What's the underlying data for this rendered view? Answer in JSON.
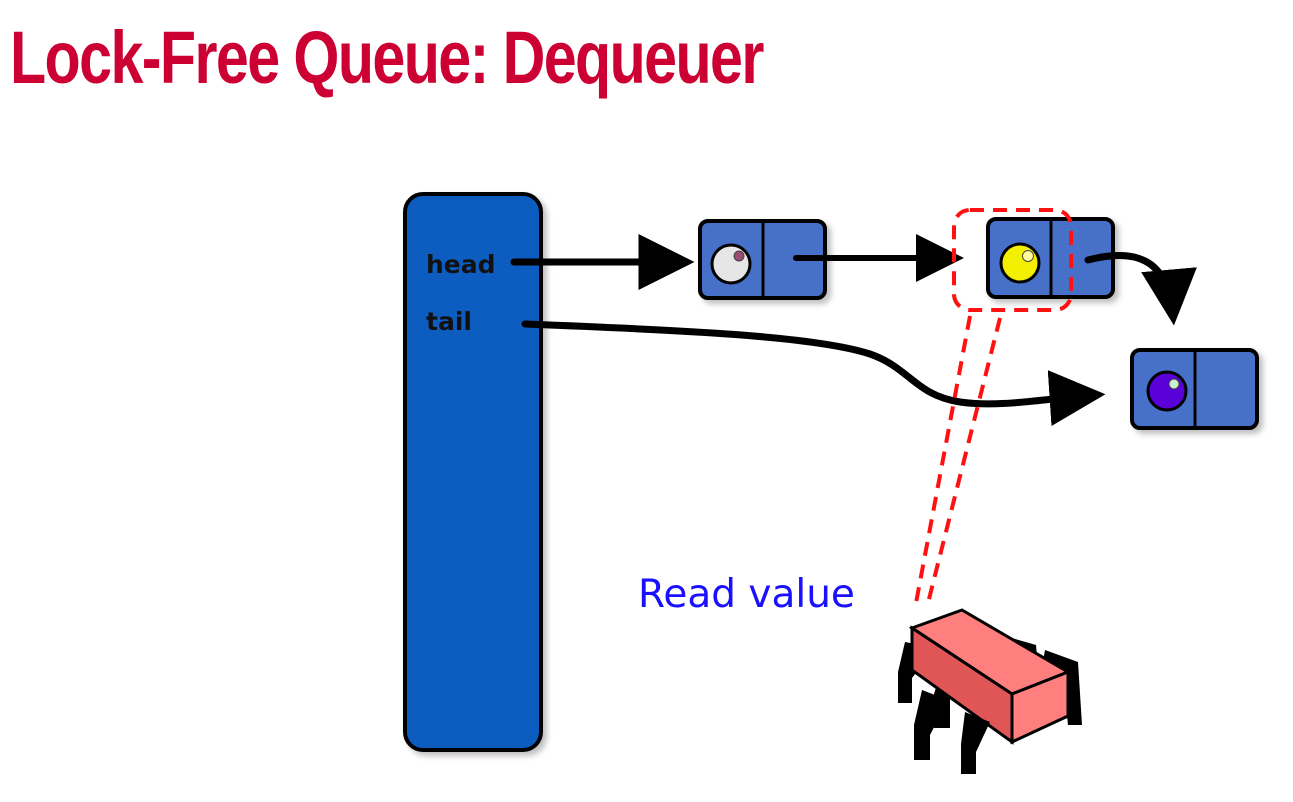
{
  "slide": {
    "title": "Lock-Free Queue: Dequeuer"
  },
  "queue_object": {
    "head_label": "head",
    "tail_label": "tail"
  },
  "nodes": [
    {
      "id": "sentinel",
      "value_color": "#e6e6e6",
      "value_highlight": "#9a4a6e"
    },
    {
      "id": "first",
      "value_color": "#f2f000",
      "value_highlight": "#fffb9a"
    },
    {
      "id": "last",
      "value_color": "#5a00d8",
      "value_highlight": "#c8f0d0"
    }
  ],
  "annotation": {
    "text": "Read value"
  },
  "colors": {
    "title": "#cc0033",
    "queue_fill": "#0a5cc0",
    "node_fill": "#4670c8",
    "pointer": "#000000",
    "highlight": "#ff1111",
    "annotation": "#1a10ff",
    "thread_fill": "#ff7f7f",
    "thread_shade": "#e05555"
  }
}
